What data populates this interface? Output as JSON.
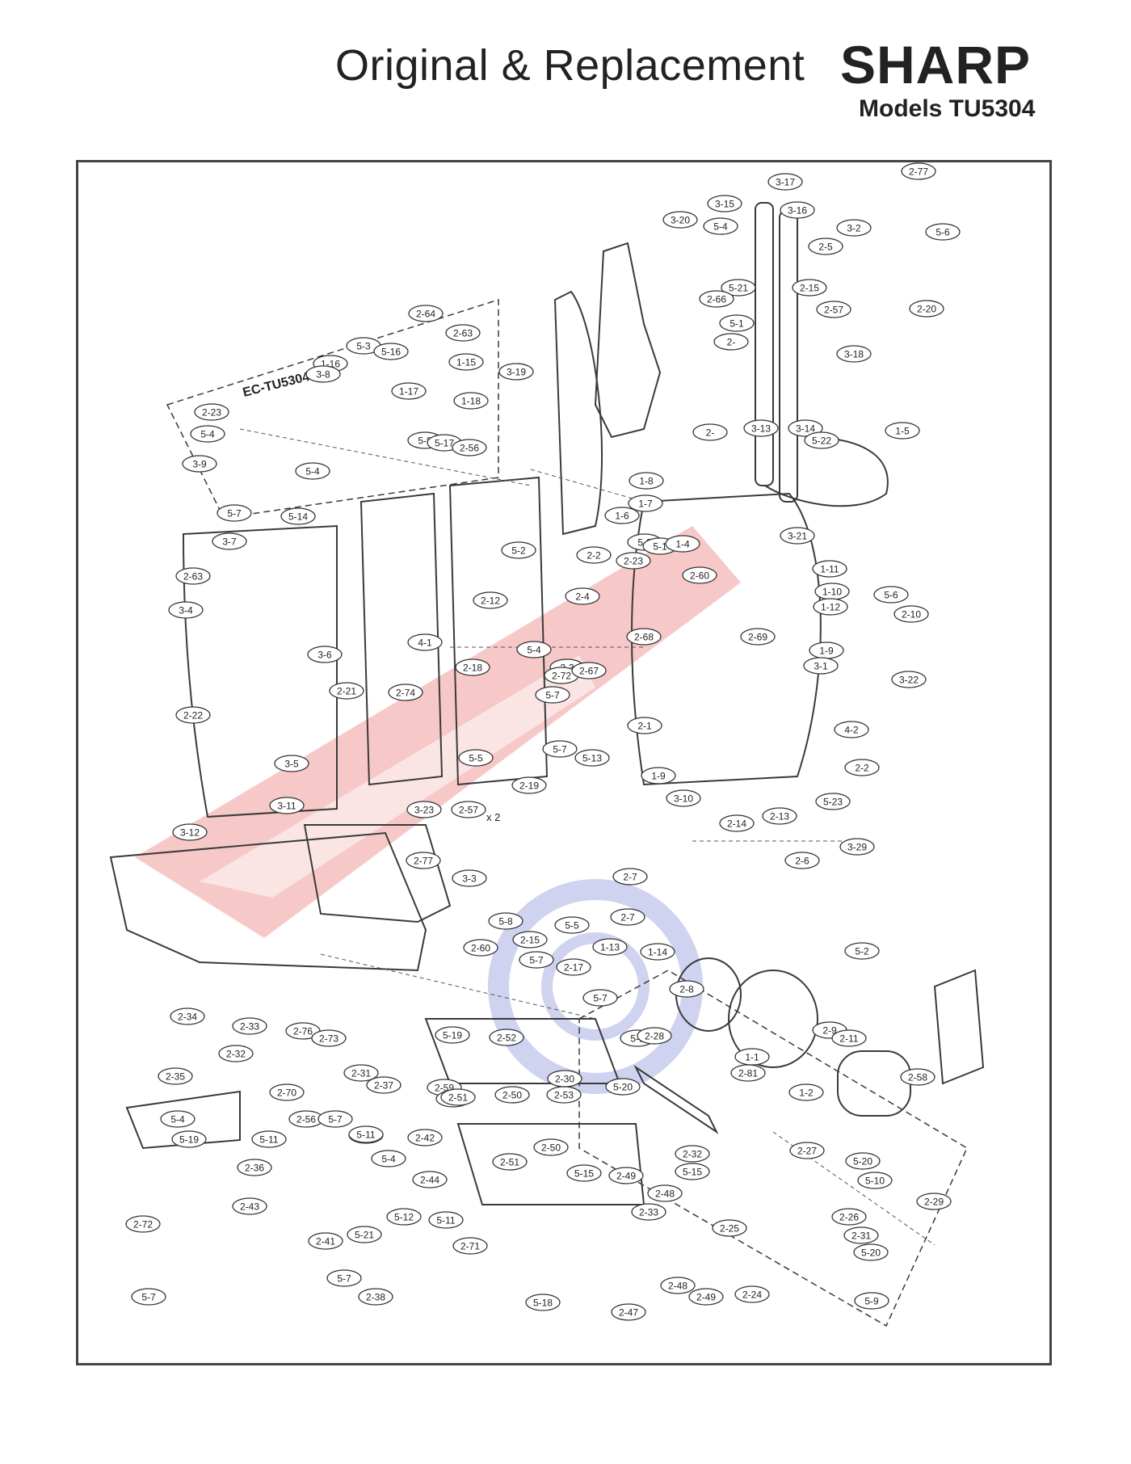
{
  "header": {
    "title": "Original & Replacement",
    "brand": "SHARP",
    "models": "Models TU5304"
  },
  "diagram": {
    "inset_label": "EC-TU5304",
    "callout_x2": "x 2",
    "callouts": [
      "3-17",
      "2-77",
      "3-15",
      "3-16",
      "3-20",
      "5-4",
      "3-2",
      "5-6",
      "2-5",
      "2-15",
      "5-21",
      "2-66",
      "2-57",
      "2-20",
      "5-1",
      "2-",
      "3-18",
      "3-19",
      "3-13",
      "3-14",
      "2-",
      "5-22",
      "1-5",
      "2-64",
      "2-63",
      "5-3",
      "5-16",
      "1-15",
      "2-23",
      "1-16",
      "3-8",
      "1-17",
      "1-18",
      "5-4",
      "3-9",
      "5-8",
      "5-17",
      "2-56",
      "5-4",
      "5-7",
      "5-14",
      "3-7",
      "2-63",
      "3-4",
      "3-6",
      "2-22",
      "2-21",
      "3-5",
      "4-1",
      "2-12",
      "1-8",
      "1-7",
      "1-6",
      "5-3",
      "5-1",
      "1-4",
      "3-21",
      "5-2",
      "2-2",
      "2-23",
      "2-60",
      "1-11",
      "1-10",
      "1-12",
      "5-6",
      "2-10",
      "2-4",
      "5-4",
      "2-68",
      "2-69",
      "1-9",
      "3-1",
      "3-22",
      "2-18",
      "2-3",
      "2-72",
      "2-67",
      "5-7",
      "2-74",
      "2-1",
      "4-2",
      "5-13",
      "5-7",
      "5-5",
      "2-19",
      "1-9",
      "3-10",
      "2-2",
      "5-23",
      "3-12",
      "3-11",
      "3-23",
      "2-57",
      "2-77",
      "2-14",
      "2-13",
      "2-6",
      "3-29",
      "3-3",
      "2-7",
      "2-7",
      "5-8",
      "5-5",
      "2-15",
      "1-13",
      "1-14",
      "5-2",
      "5-7",
      "2-17",
      "5-7",
      "2-60",
      "2-8",
      "2-34",
      "2-33",
      "2-76",
      "2-73",
      "2-32",
      "5-19",
      "2-52",
      "5-1",
      "2-28",
      "1-1",
      "2-9",
      "2-11",
      "1-2",
      "2-35",
      "2-70",
      "2-31",
      "2-37",
      "2-59",
      "5-19",
      "2-51",
      "2-50",
      "2-53",
      "2-30",
      "5-20",
      "2-81",
      "2-58",
      "5-4",
      "5-19",
      "5-11",
      "2-56",
      "5-7",
      "2-33",
      "2-42",
      "5-11",
      "5-4",
      "2-44",
      "2-36",
      "2-51",
      "2-50",
      "5-15",
      "2-49",
      "5-15",
      "2-48",
      "2-32",
      "2-33",
      "2-27",
      "5-20",
      "5-10",
      "2-29",
      "2-72",
      "2-43",
      "2-71",
      "5-12",
      "5-11",
      "2-41",
      "5-21",
      "2-26",
      "2-31",
      "2-25",
      "5-20",
      "2-38",
      "5-7",
      "5-7",
      "2-48",
      "2-49",
      "5-18",
      "2-47",
      "2-24",
      "5-9"
    ]
  },
  "colors": {
    "line": "#3a3a3a",
    "watermark_red": "#e23b3b",
    "watermark_blue": "#5560c8"
  }
}
